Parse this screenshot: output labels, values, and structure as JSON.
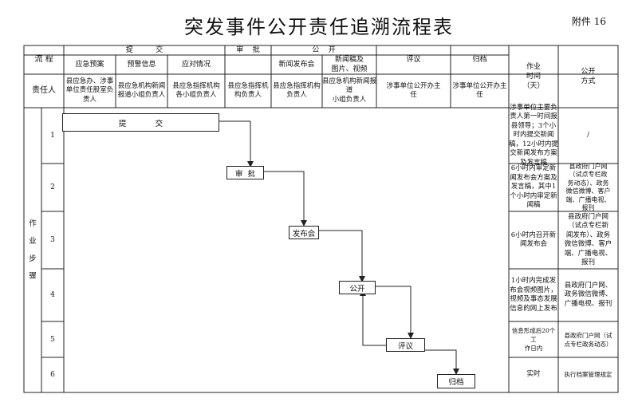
{
  "title": "突发事件公开责任追溯流程表",
  "attachment": "附件 16",
  "header": {
    "process": "流 程",
    "responsible": "责任人",
    "group_submit": "提          交",
    "group_review": "审    批",
    "group_publish": "公    开",
    "col_plan": "应急预案",
    "col_warning": "预警信息",
    "col_response": "应对情况",
    "col_conference": "新闻发布会",
    "col_press": "新闻稿及\n图片、视频",
    "col_evaluate": "评议",
    "col_archive": "归档",
    "col_time": "作业\n时间\n（天）",
    "col_method": "公开\n方式",
    "resp_plan": "县应急办、涉事\n单位责任股室负\n责人",
    "resp_warning": "县应急机构新闻\n报道小组负责人",
    "resp_response": "县应急指挥机构\n各小组负责人",
    "resp_review": "县应急指挥机\n构负责人",
    "resp_conference": "县应急指挥机构\n负责人",
    "resp_press": "县应急机构新闻报道\n小组负责人",
    "resp_evaluate": "涉事单位公开办主\n任",
    "resp_archive": "涉事单位公开办主\n任"
  },
  "steps_label": "作\n\n业\n\n步\n\n骤",
  "flow": {
    "submit": "提            交",
    "review": "审  批",
    "conference": "发布会",
    "publish": "公开",
    "evaluate": "评议",
    "archive": "归档"
  },
  "steps": [
    {
      "no": "1",
      "time": "涉事单位主要负\n责人第一时间报\n县领导；3个小\n时内提交新闻\n稿，12小时内提\n交新闻发布方案\n及发言稿",
      "method": "/"
    },
    {
      "no": "2",
      "time": "6小时内审定新\n闻发布会方案及\n发言稿，其中1\n个小时内审定新\n闻稿",
      "method": "县政府门户网\n（试点专栏政\n务动态）、政务\n微信微博、客户\n端、广播电视、\n报刊"
    },
    {
      "no": "3",
      "time": "6小时内召开新\n闻发布会",
      "method": "县政府门户网\n（试点专栏新\n闻发布）、政务\n微信微博、客户\n端、广播电视、\n报刊"
    },
    {
      "no": "4",
      "time": "1小时内完成发\n布会视频图片，\n视频及事态发展\n信息的网上发布",
      "method": "县政府门户网、\n政务微信微博、\n广播电视、报刊"
    },
    {
      "no": "5",
      "time": "信息形成后20个工\n作日内",
      "method": "县政府门户网（试\n点专栏政务动态）"
    },
    {
      "no": "6",
      "time": "实时",
      "method": "执行档案管理规定"
    }
  ]
}
